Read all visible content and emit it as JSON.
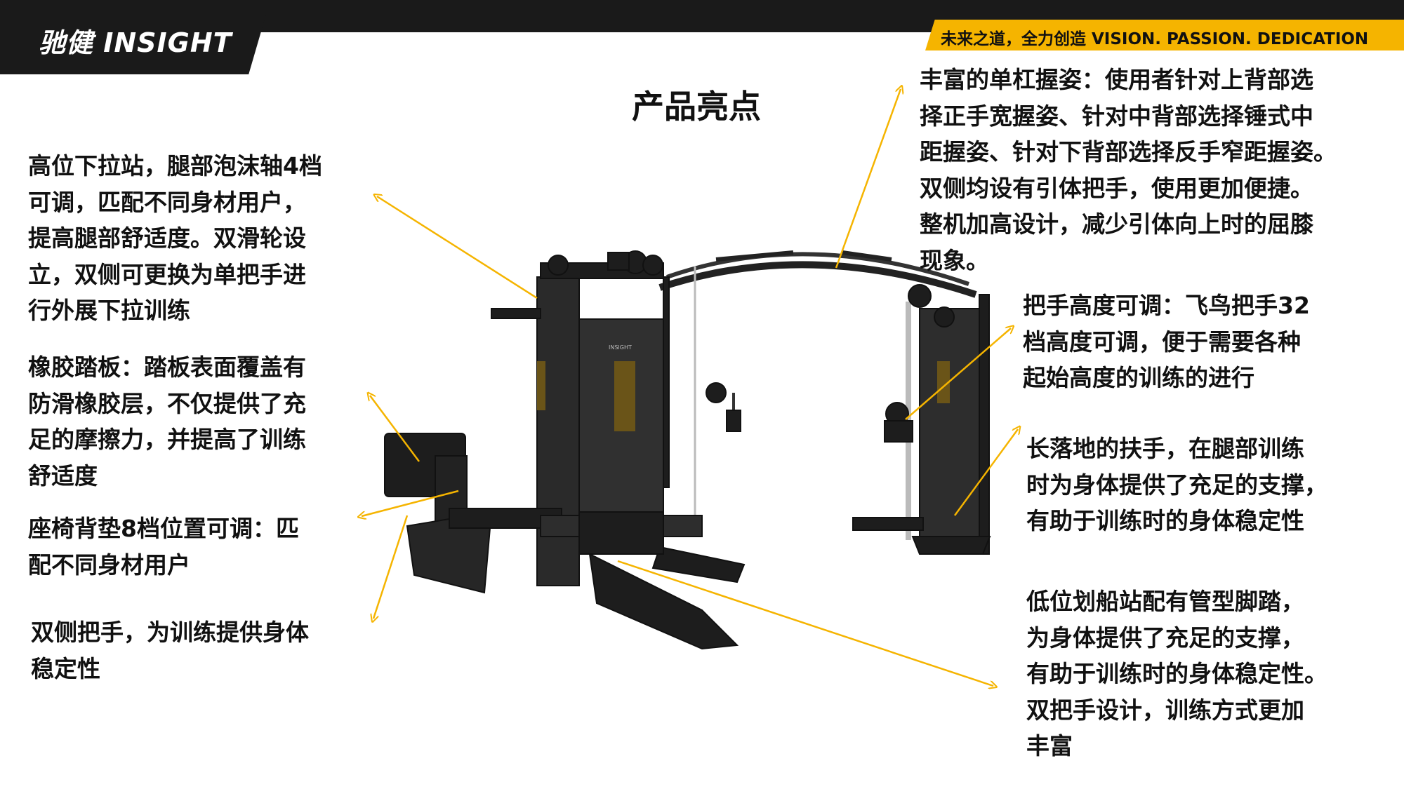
{
  "header": {
    "logo_text": "驰健 INSIGHT",
    "slogan": "未来之道，全力创造   VISION. PASSION. DEDICATION",
    "accent_color": "#f5b400",
    "bar_color": "#1a1a1a"
  },
  "title": "产品亮点",
  "notes": {
    "lat_station": [
      "高位下拉站，腿部泡沫轴4档",
      "可调，匹配不同身材用户，",
      "提高腿部舒适度。双滑轮设",
      "立，双侧可更换为单把手进",
      "行外展下拉训练"
    ],
    "footplate": [
      "橡胶踏板：踏板表面覆盖有",
      "防滑橡胶层，不仅提供了充",
      "足的摩擦力，并提高了训练",
      "舒适度"
    ],
    "seat_pad": [
      "座椅背垫8档位置可调：匹",
      "配不同身材用户"
    ],
    "handles": [
      "双侧把手，为训练提供身体",
      "稳定性"
    ],
    "pullup_bar": [
      "丰富的单杠握姿：使用者针对上背部选",
      "择正手宽握姿、针对中背部选择锤式中",
      "距握姿、针对下背部选择反手窄距握姿。",
      "双侧均设有引体把手，使用更加便捷。",
      "整机加高设计，减少引体向上时的屈膝",
      "现象。"
    ],
    "handle_height": [
      "把手高度可调：飞鸟把手32",
      "档高度可调，便于需要各种",
      "起始高度的训练的进行"
    ],
    "long_handrail": [
      "长落地的扶手，在腿部训练",
      "时为身体提供了充足的支撑，",
      "有助于训练时的身体稳定性"
    ],
    "low_row": [
      "低位划船站配有管型脚踏，",
      "为身体提供了充足的支撑，",
      "有助于训练时的身体稳定性。",
      "双把手设计，训练方式更加",
      "丰富"
    ]
  },
  "machine_label": "INSIGHT"
}
